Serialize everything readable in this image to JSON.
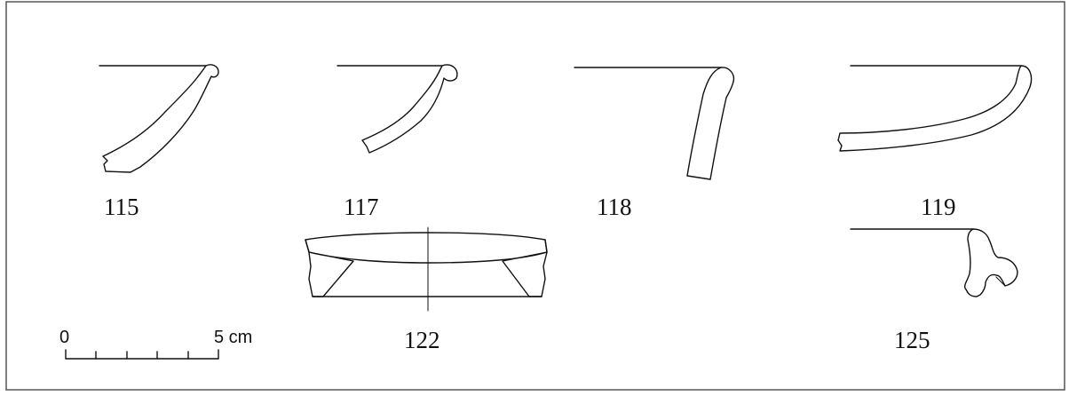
{
  "figure": {
    "labels": {
      "f115": "115",
      "f117": "117",
      "f118": "118",
      "f119": "119",
      "f122": "122",
      "f125": "125"
    },
    "scale_bar": {
      "start_label": "0",
      "end_label": "5 cm",
      "divisions": 5
    },
    "colors": {
      "ink": "#111111",
      "background": "#ffffff",
      "frame": "#555555"
    }
  }
}
